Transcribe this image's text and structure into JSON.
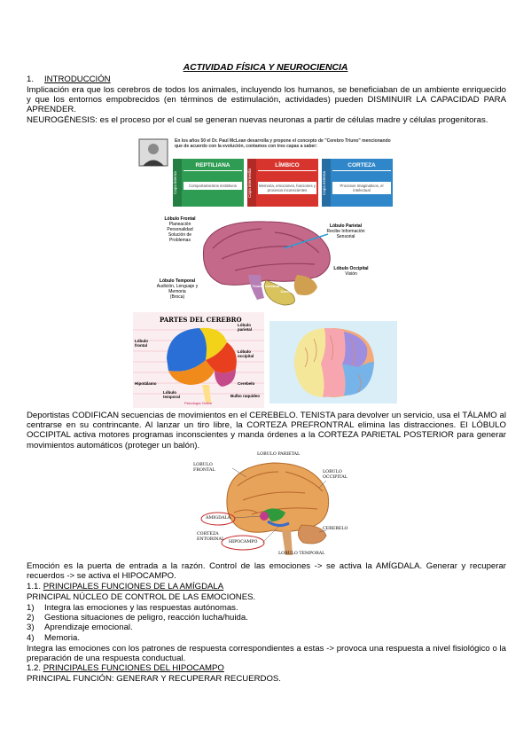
{
  "title": "ACTIVIDAD FÍSICA Y NEUROCIENCIA",
  "sec1": {
    "num": "1.",
    "heading": "INTRODUCCIÓN"
  },
  "p1": "Implicación era que los cerebros de todos los animales, incluyendo los humanos, se beneficiaban de un ambiente enriquecido y que los entornos empobrecidos (en términos de estimulación, actividades) pueden DISMINUIR LA CAPACIDAD PARA APRENDER.",
  "p2": "NEUROGÉNESIS: es el proceso por el cual se generan nuevas neuronas a partir de células madre y células progenitoras.",
  "fig1": {
    "caption": "En los años 50 el Dr. Paul McLean desarrolla y propone el concepto de \"Cerebro Triuno\" mencionando que de acuerdo con la evolución, contamos con tres capas a saber:",
    "layers": [
      {
        "side": "Capa interna",
        "name": "REPTILIANA",
        "desc": "Comportamientos instintivos",
        "color": "#2e9c52"
      },
      {
        "side": "Capa intermedia",
        "name": "LÍMBICO",
        "desc": "Memoria, emociones, funciones y procesos inconscientes",
        "color": "#d8342e"
      },
      {
        "side": "Capa externa",
        "name": "CORTEZA",
        "desc": "Procesos Imaginativos, el intelectual",
        "color": "#2f86c8"
      }
    ]
  },
  "fig2": {
    "frontal": {
      "title": "Lóbulo Frontal",
      "lines": [
        "Planeación",
        "Personalidad",
        "Solución de",
        "Problemas"
      ]
    },
    "parietal": {
      "title": "Lóbulo Parietal",
      "lines": [
        "Recibe Información",
        "Sensorial"
      ]
    },
    "occipital": {
      "title": "Lóbulo Occipital",
      "lines": [
        "Visión"
      ]
    },
    "temporal": {
      "title": "Lóbulo Temporal",
      "lines": [
        "Audición, Lenguaje y",
        "Memoria",
        "(Broca)"
      ]
    },
    "tronco": "Tronco Cerebral",
    "cerebelo": "Cerebelo"
  },
  "fig3": {
    "title": "PARTES DEL CEREBRO",
    "labels": {
      "frontal": "Lóbulo frontal",
      "parietal": "Lóbulo parietal",
      "occipital": "Lóbulo occipital",
      "hipotalamo": "Hipotálamo",
      "temporal": "Lóbulo temporal",
      "cerebelo": "Cerebelo",
      "bulbo": "Bulbo raquídeo"
    },
    "footer": "Psicología Online"
  },
  "p3": "Deportistas CODIFICAN secuencias de movimientos en el CEREBELO. TENISTA para devolver un servicio, usa el TÁLAMO al centrarse en su contrincante. Al lanzar un tiro libre, la CORTEZA PREFRONTRAL elimina las distracciones. El LÓBULO OCCIPITAL activa motores programas inconscientes y manda órdenes a la CORTEZA PARIETAL POSTERIOR para generar movimientos automáticos (proteger un balón).",
  "fig5": {
    "parietal": "LOBULO PARIETAL",
    "frontal": [
      "LOBULO",
      "FRONTAL"
    ],
    "occipital": [
      "LOBULO",
      "OCCIPITAL"
    ],
    "amigdala": "AMIGDALA",
    "corteza": [
      "CORTEZA",
      "ENTORINAL"
    ],
    "hipocampo": "HIPOCAMPO",
    "cerebelo": "CEREBELO",
    "temporal": "LOBULO TEMPORAL"
  },
  "p4": "Emoción es la puerta de entrada a la razón. Control de las emociones -> se activa la AMÍGDALA. Generar y recuperar recuerdos -> se activa el HIPOCAMPO.",
  "sec11": {
    "num": "1.1.",
    "heading": "PRINCIPALES FUNCIONES DE LA AMÍGDALA"
  },
  "p5": "PRINCIPAL NÚCLEO DE CONTROL DE LAS EMOCIONES.",
  "list": [
    {
      "n": "1)",
      "t": "Integra las emociones y las respuestas autónomas."
    },
    {
      "n": "2)",
      "t": "Gestiona situaciones de peligro, reacción lucha/huida."
    },
    {
      "n": "3)",
      "t": "Aprendizaje emocional."
    },
    {
      "n": "4)",
      "t": "Memoria."
    }
  ],
  "p6": "Integra las emociones con los patrones de respuesta correspondientes a estas -> provoca una respuesta a nivel fisiológico o la preparación de una respuesta conductual.",
  "sec12": {
    "num": "1.2.",
    "heading": "PRINCIPALES FUNCIONES DEL HIPOCAMPO"
  },
  "p7": "PRINCIPAL FUNCIÓN: GENERAR Y RECUPERAR RECUERDOS."
}
